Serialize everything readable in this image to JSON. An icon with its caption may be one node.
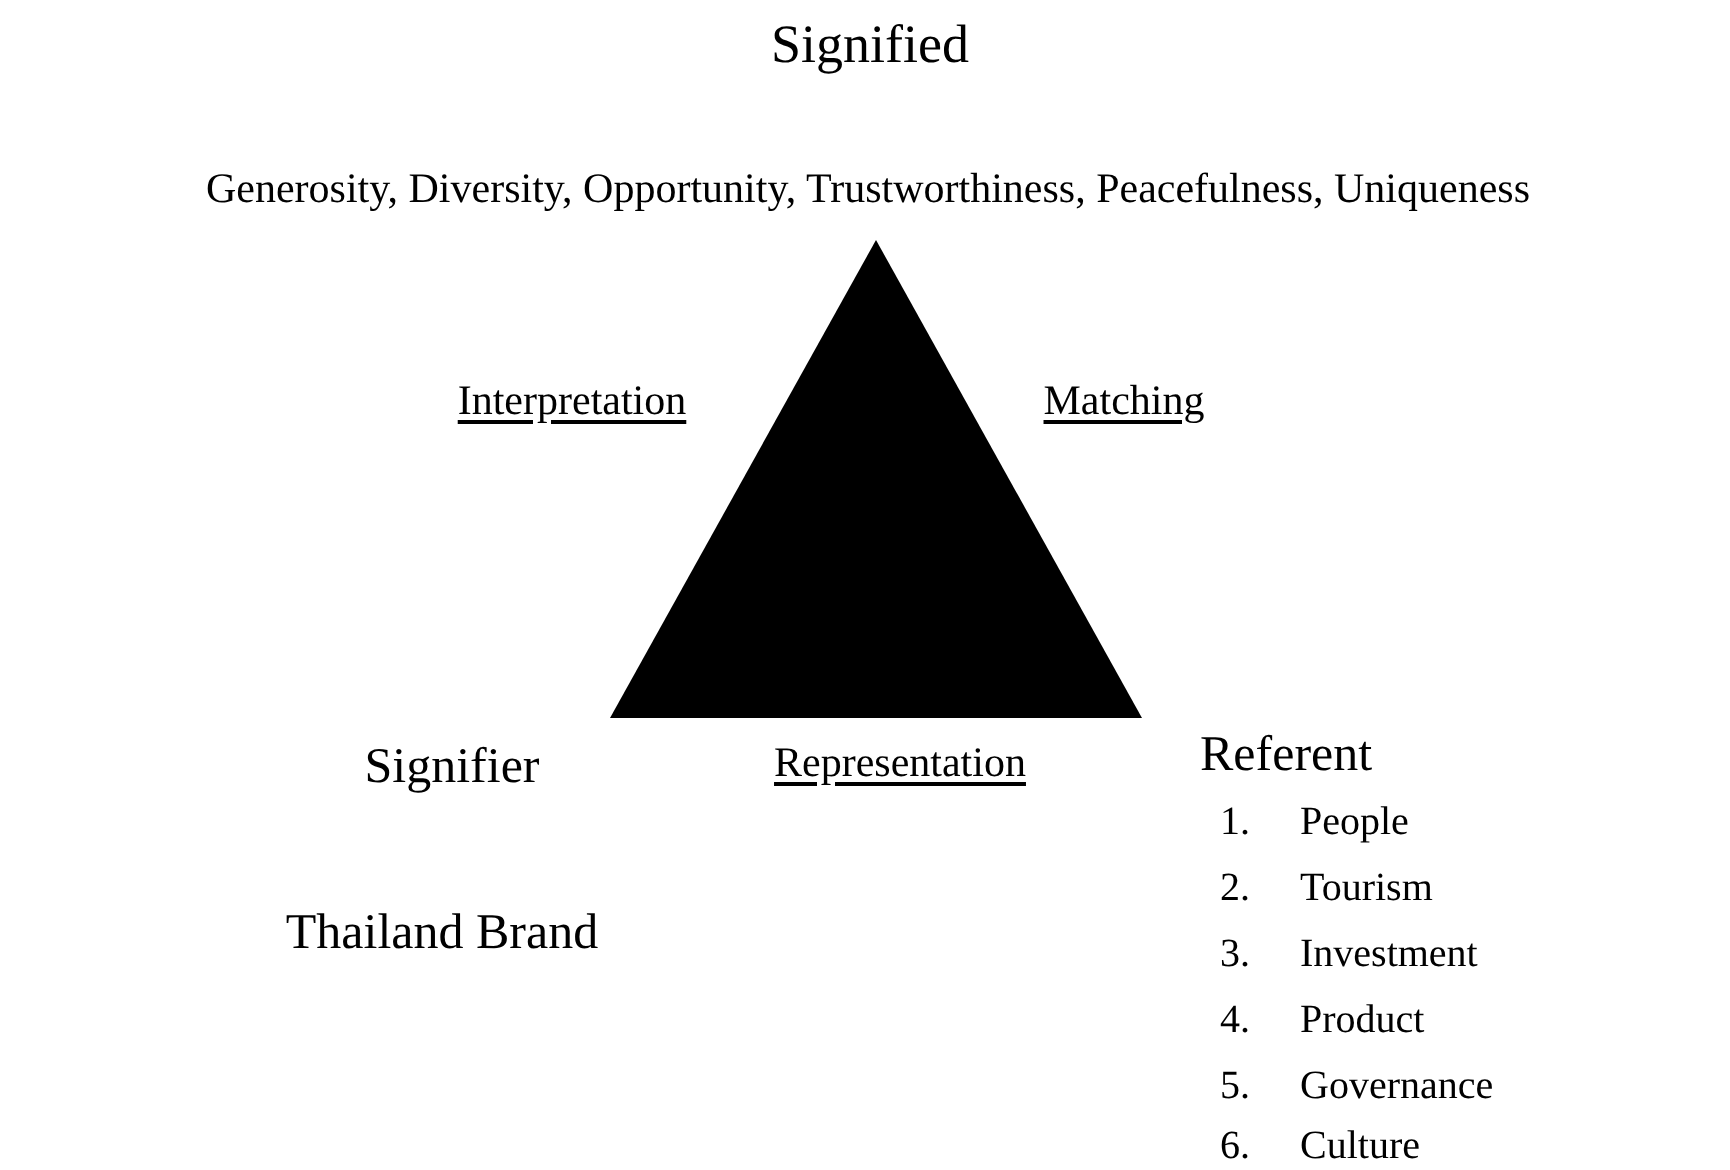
{
  "diagram": {
    "nodes": [
      {
        "text": [],
        "shape": "triangle"
      }
    ],
    "labels": [
      "Signified",
      "Generosity, Diversity, Opportunity, Trustworthiness, Peacefulness, Uniqueness",
      "Interpretation",
      "Matching",
      "Signifier",
      "Representation",
      "Referent",
      "1.",
      "People",
      "2.",
      "Tourism",
      "3.",
      "Investment",
      "4.",
      "Product",
      "5.",
      "Governance",
      "6.",
      "Culture",
      "Thailand Brand"
    ]
  }
}
